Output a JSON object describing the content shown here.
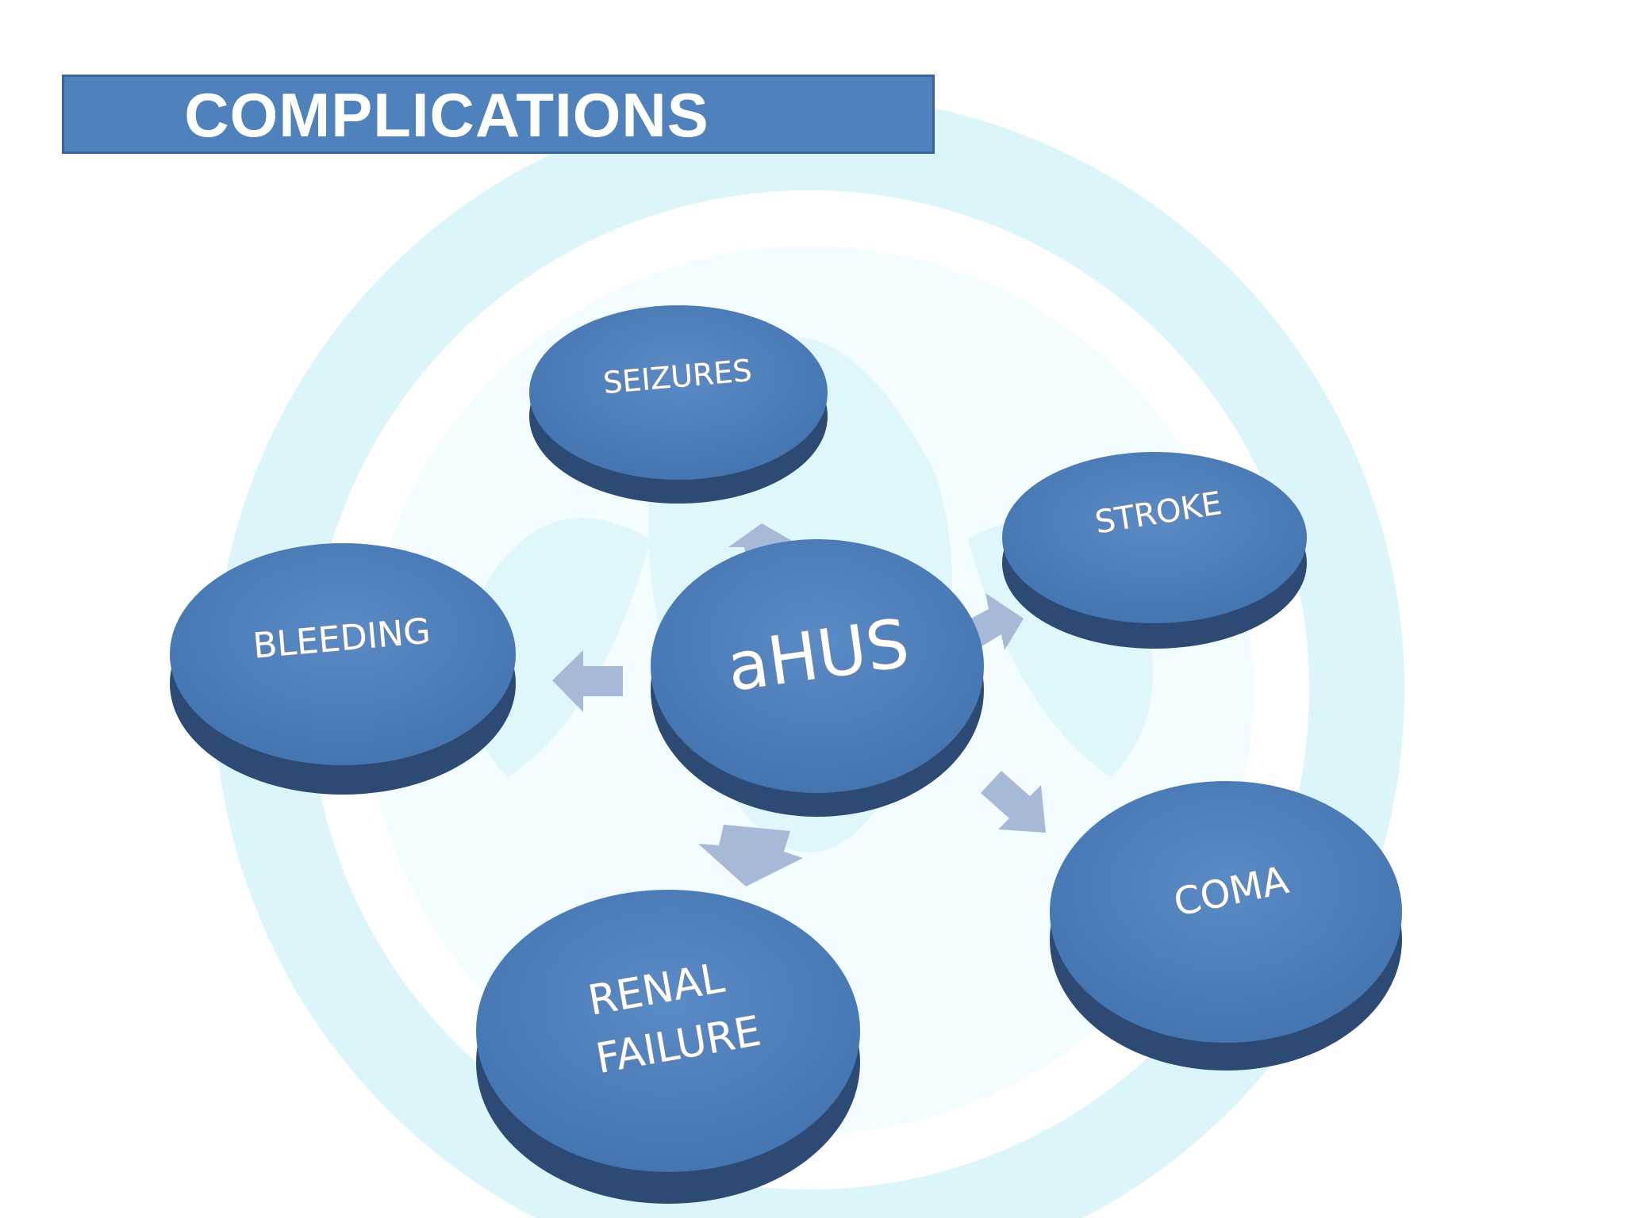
{
  "title": "COMPLICATIONS",
  "center": {
    "label": "aHUS"
  },
  "nodes": [
    {
      "id": "seizures",
      "label": "SEIZURES"
    },
    {
      "id": "stroke",
      "label": "STROKE"
    },
    {
      "id": "bleeding",
      "label": "BLEEDING"
    },
    {
      "id": "coma",
      "label": "COMA"
    },
    {
      "id": "renal-failure",
      "label_line1": "RENAL",
      "label_line2": "FAILURE"
    }
  ],
  "colors": {
    "disc_top": "#4f81bd",
    "disc_side": "#2c4a73",
    "arrow": "#a7b9d6",
    "title_bar": "#4f81bd",
    "watermark": "#d6f4fb"
  }
}
